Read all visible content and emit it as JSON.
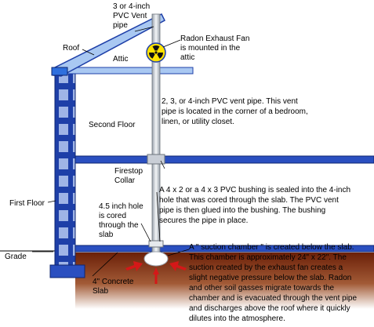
{
  "labels": {
    "vent_pipe_top": [
      "3 or 4-inch",
      "PVC Vent",
      "pipe"
    ],
    "roof": "Roof",
    "attic": "Attic",
    "radon_fan": [
      "Radon Exhaust Fan",
      "is mounted in the",
      "attic"
    ],
    "vent_pipe_desc": [
      "2, 3, or 4-inch PVC vent pipe. This vent",
      "pipe is located in the corner of a bedroom,",
      "linen, or utility closet."
    ],
    "second_floor": "Second Floor",
    "firestop": [
      "Firestop",
      "Collar"
    ],
    "bushing_desc": [
      "A 4 x 2 or a 4 x 3 PVC bushing is sealed into the 4-inch",
      "hole that was cored through the slab. The PVC vent",
      "pipe is then glued into the bushing. The bushing",
      "secures the pipe in place."
    ],
    "first_floor": "First Floor",
    "cored_hole": [
      "4.5 inch hole",
      "is cored",
      "through the",
      "slab"
    ],
    "grade": "Grade",
    "concrete_slab": [
      "4\" Concrete",
      "Slab"
    ],
    "suction_desc": [
      "A \" suction chamber \" is created below the slab.",
      "This chamber is approximately 24\" x 22\". The",
      "suction created by the exhaust fan creates a",
      "slight negative pressure below the slab. Radon",
      "and other soil gasses migrate towards the",
      "chamber and is evacuated through the vent pipe",
      "and discharges above the roof where it quickly",
      "dilutes into the atmosphere."
    ]
  },
  "colors": {
    "wall_blue": "#1e3fa8",
    "wall_light": "#9fb4e6",
    "floor_blue": "#2a4fc0",
    "roof_blue": "#2f6fdd",
    "roof_light": "#a9c8f2",
    "pipe": "#d8dde3",
    "soil": "#7a2a0f",
    "arrow_red": "#d41818",
    "fan_yellow": "#ffe200"
  },
  "icons": {
    "fan": "radiation-trefoil-icon",
    "arrows": "suction-arrow-icon"
  }
}
